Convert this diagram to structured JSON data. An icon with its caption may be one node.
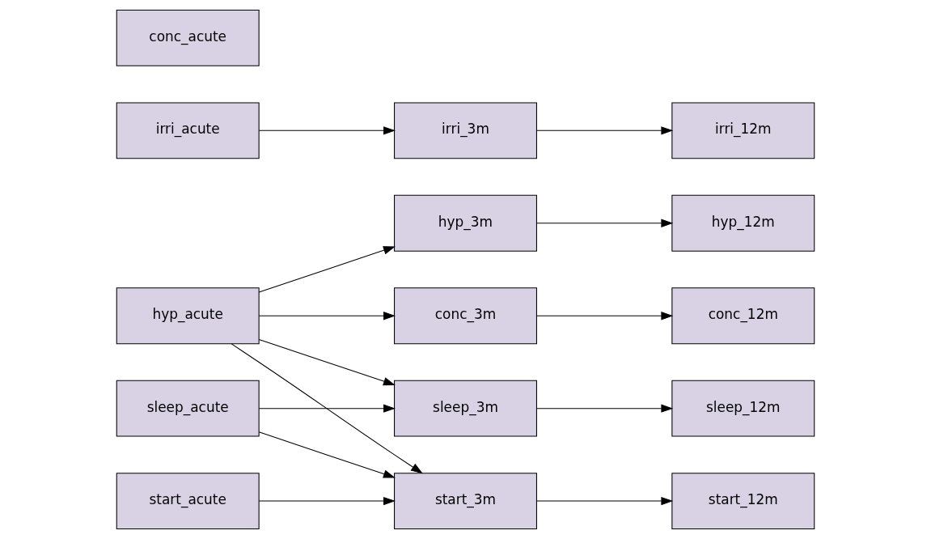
{
  "diagram": {
    "nodes": [
      {
        "text": [
          "sleep_acute"
        ]
      },
      {
        "text": [
          "sleep_3m"
        ]
      },
      {
        "text": [
          "sleep_12m"
        ]
      },
      {
        "text": [
          "irri_acute"
        ]
      },
      {
        "text": [
          "irri_3m"
        ]
      },
      {
        "text": [
          "irri_12m"
        ]
      },
      {
        "text": [
          "conc_acute"
        ]
      },
      {
        "text": [
          "conc_3m"
        ]
      },
      {
        "text": [
          "conc_12m"
        ]
      },
      {
        "text": [
          "start_acute"
        ]
      },
      {
        "text": [
          "start_3m"
        ]
      },
      {
        "text": [
          "start_12m"
        ]
      },
      {
        "text": [
          "hyp_acute"
        ]
      },
      {
        "text": [
          "hyp_3m"
        ]
      },
      {
        "text": [
          "hyp_12m"
        ]
      }
    ],
    "edges": [
      {
        "from": 0,
        "to": 1,
        "arrow": "to"
      },
      {
        "from": 0,
        "to": 10,
        "arrow": "to"
      },
      {
        "from": 1,
        "to": 2,
        "arrow": "to"
      },
      {
        "from": 3,
        "to": 4,
        "arrow": "to"
      },
      {
        "from": 4,
        "to": 5,
        "arrow": "to"
      },
      {
        "from": 7,
        "to": 8,
        "arrow": "to"
      },
      {
        "from": 9,
        "to": 10,
        "arrow": "to"
      },
      {
        "from": 10,
        "to": 11,
        "arrow": "to"
      },
      {
        "from": 12,
        "to": 1,
        "arrow": "to"
      },
      {
        "from": 12,
        "to": 7,
        "arrow": "to"
      },
      {
        "from": 12,
        "to": 10,
        "arrow": "to"
      },
      {
        "from": 12,
        "to": 13,
        "arrow": "to"
      },
      {
        "from": 13,
        "to": 14,
        "arrow": "to"
      }
    ]
  }
}
